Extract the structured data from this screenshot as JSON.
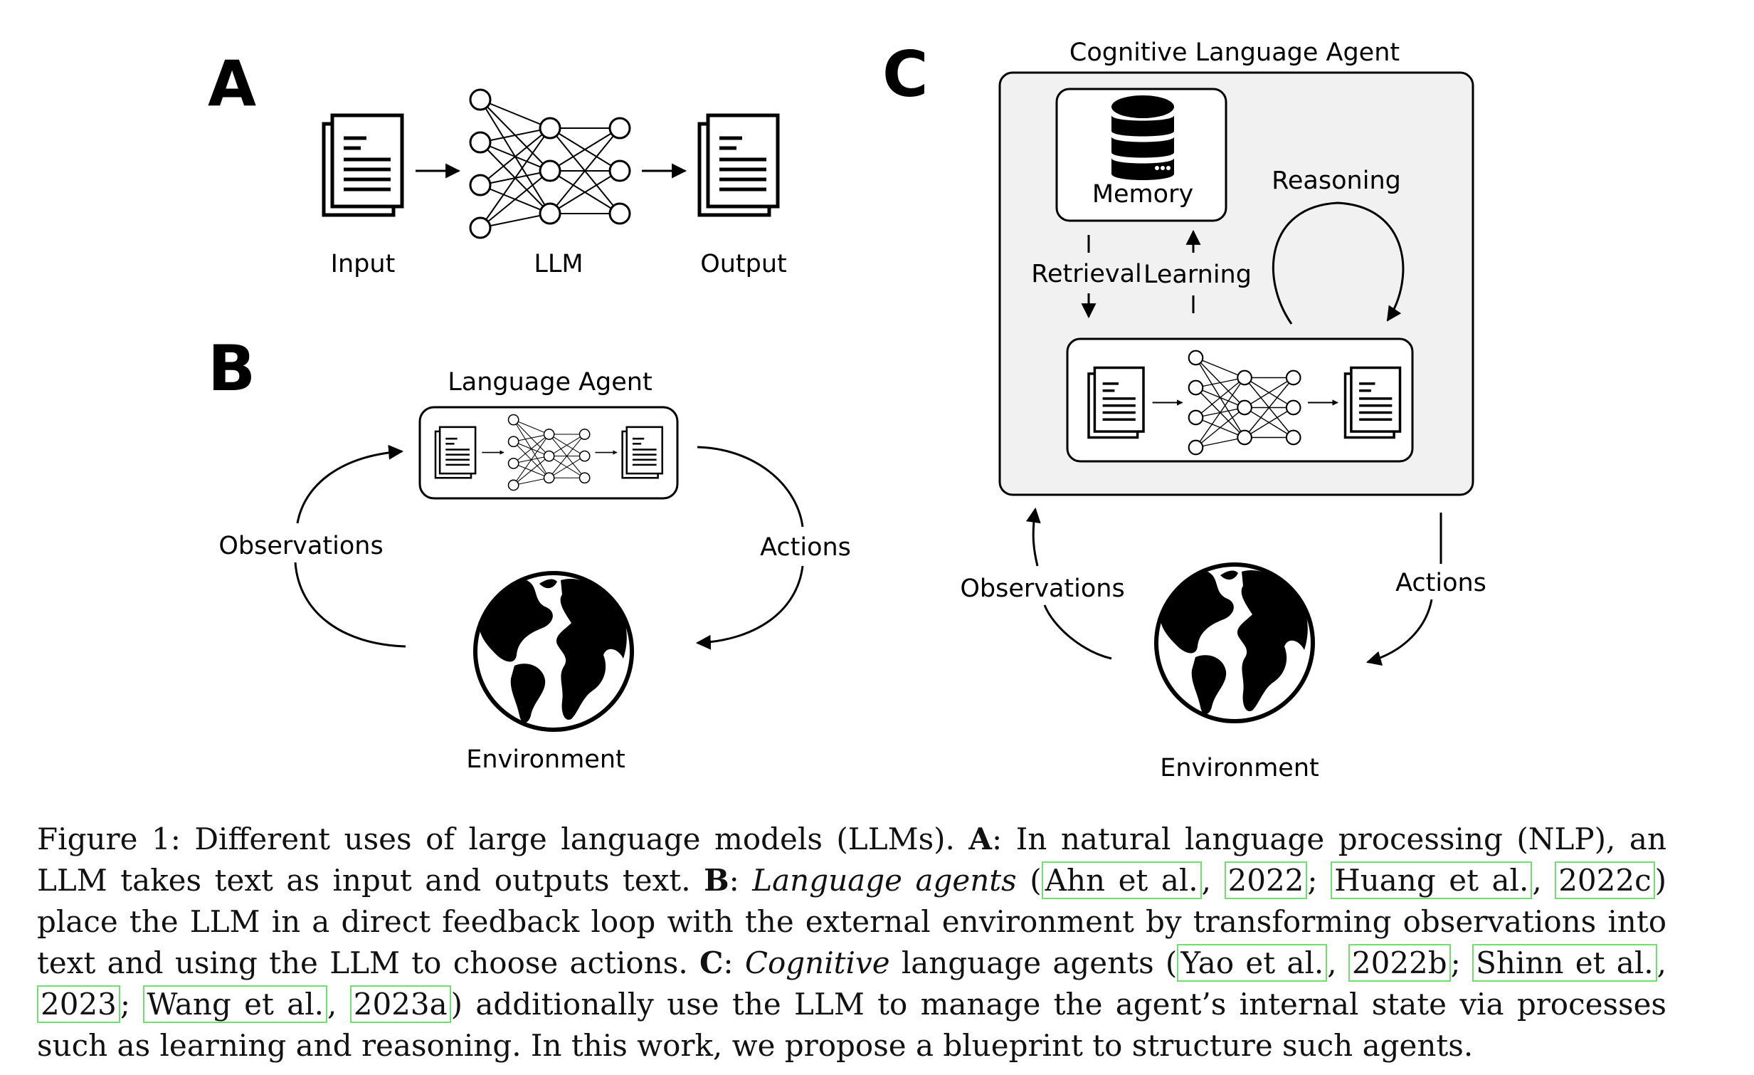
{
  "panels": {
    "a": {
      "letter": "A",
      "input_label": "Input",
      "llm_label": "LLM",
      "output_label": "Output"
    },
    "b": {
      "letter": "B",
      "agent_title": "Language Agent",
      "observations_label": "Observations",
      "actions_label": "Actions",
      "environment_label": "Environment"
    },
    "c": {
      "letter": "C",
      "agent_title": "Cognitive Language Agent",
      "memory_label": "Memory",
      "reasoning_label": "Reasoning",
      "retrieval_label": "Retrieval",
      "learning_label": "Learning",
      "observations_label": "Observations",
      "actions_label": "Actions",
      "environment_label": "Environment"
    }
  },
  "caption": {
    "prefix": "Figure 1: Different uses of large language models (LLMs). ",
    "a_marker": "A",
    "a_text": ": In natural language processing (NLP), an LLM takes text as input and outputs text. ",
    "b_marker": "B",
    "b_colon": ": ",
    "b_term": "Language agents",
    "b_open": " (",
    "cite1_author": "Ahn et al.",
    "sep_comma": ", ",
    "cite1_year": "2022",
    "sep_semi": "; ",
    "cite2_author": "Huang et al.",
    "cite2_year": "2022c",
    "b_text": ") place the LLM in a direct feedback loop with the external environment by transforming observations into text and using the LLM to choose actions. ",
    "c_marker": "C",
    "c_colon": ": ",
    "c_term": "Cognitive",
    "c_open": " language agents (",
    "cite3_author": "Yao et al.",
    "cite3_year": "2022b",
    "cite4_author": "Shinn et al.",
    "cite4_year": "2023",
    "cite5_author": "Wang et al.",
    "cite5_year": "2023a",
    "c_text": ") additionally use the LLM to manage the agent’s internal state via processes such as learning and reasoning. In this work, we propose a blueprint to structure such agents."
  }
}
